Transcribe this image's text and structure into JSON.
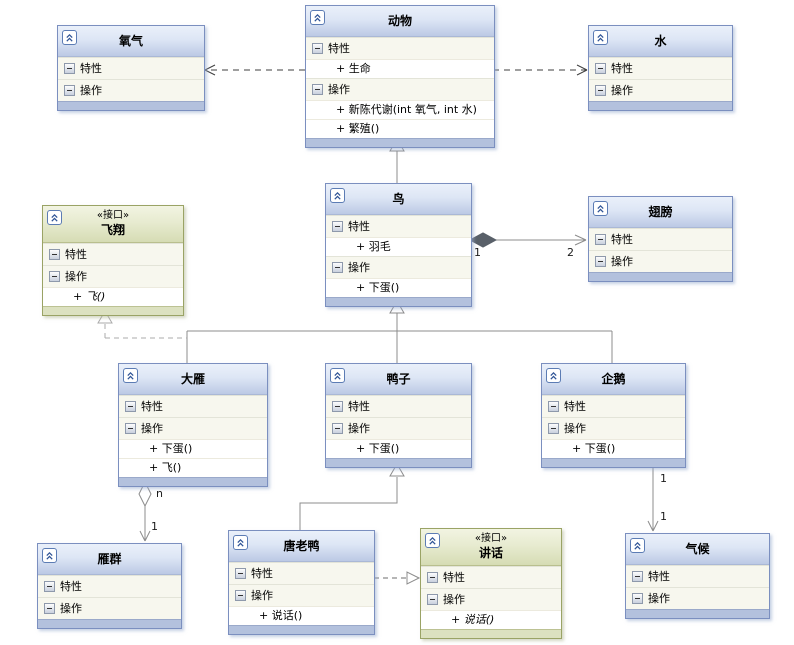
{
  "icons": {
    "collapse": "double-chevron-up",
    "section_collapse": "minus-box"
  },
  "colors": {
    "class_header_top": "#eaf0fa",
    "class_header_bottom": "#bcc9e5",
    "class_border": "#7b8fbf",
    "interface_header_bottom": "#d6dcb4",
    "interface_border": "#9aa365",
    "section_row_bg": "#f7f7ee",
    "footer_strip": "#b3c1dd",
    "line_gray": "#8c8c8c",
    "line_dark": "#3f3f3f"
  },
  "classes": {
    "oxygen": {
      "name": "氧气",
      "sections": [
        {
          "label": "特性",
          "members": []
        },
        {
          "label": "操作",
          "members": []
        }
      ]
    },
    "animal": {
      "name": "动物",
      "sections": [
        {
          "label": "特性",
          "members": [
            "+ 生命"
          ]
        },
        {
          "label": "操作",
          "members": [
            "+ 新陈代谢(int 氧气, int 水)",
            "+ 繁殖()"
          ]
        }
      ]
    },
    "water": {
      "name": "水",
      "sections": [
        {
          "label": "特性",
          "members": []
        },
        {
          "label": "操作",
          "members": []
        }
      ]
    },
    "bird": {
      "name": "鸟",
      "sections": [
        {
          "label": "特性",
          "members": [
            "+ 羽毛"
          ]
        },
        {
          "label": "操作",
          "members": [
            "+ 下蛋()"
          ]
        }
      ]
    },
    "wings": {
      "name": "翅膀",
      "sections": [
        {
          "label": "特性",
          "members": []
        },
        {
          "label": "操作",
          "members": []
        }
      ]
    },
    "fly": {
      "name": "飞翔",
      "stereotype": "«接口»",
      "sections": [
        {
          "label": "特性",
          "members": []
        },
        {
          "label": "操作",
          "members": [
            "+ 飞()"
          ]
        }
      ]
    },
    "goose": {
      "name": "大雁",
      "sections": [
        {
          "label": "特性",
          "members": []
        },
        {
          "label": "操作",
          "members": [
            "+ 下蛋()",
            "+ 飞()"
          ]
        }
      ]
    },
    "duck": {
      "name": "鸭子",
      "sections": [
        {
          "label": "特性",
          "members": []
        },
        {
          "label": "操作",
          "members": [
            "+ 下蛋()"
          ]
        }
      ]
    },
    "penguin": {
      "name": "企鹅",
      "sections": [
        {
          "label": "特性",
          "members": []
        },
        {
          "label": "操作",
          "members": [
            "+ 下蛋()"
          ]
        }
      ]
    },
    "flock": {
      "name": "雁群",
      "sections": [
        {
          "label": "特性",
          "members": []
        },
        {
          "label": "操作",
          "members": []
        }
      ]
    },
    "donald": {
      "name": "唐老鸭",
      "sections": [
        {
          "label": "特性",
          "members": []
        },
        {
          "label": "操作",
          "members": [
            "+ 说话()"
          ]
        }
      ]
    },
    "speak": {
      "name": "讲话",
      "stereotype": "«接口»",
      "sections": [
        {
          "label": "特性",
          "members": []
        },
        {
          "label": "操作",
          "members": [
            "+ 说话()"
          ]
        }
      ]
    },
    "climate": {
      "name": "气候",
      "sections": [
        {
          "label": "特性",
          "members": []
        },
        {
          "label": "操作",
          "members": []
        }
      ]
    }
  },
  "multiplicities": {
    "composition_bird": "1",
    "composition_wings": "2",
    "aggregation_goose": "n",
    "aggregation_flock": "1",
    "association_penguin": "1",
    "association_climate": "1"
  }
}
